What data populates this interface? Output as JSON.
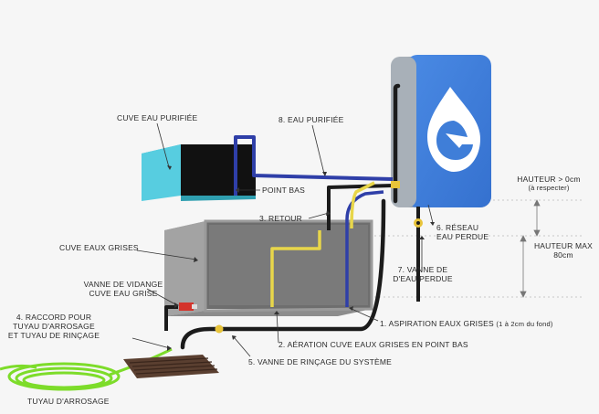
{
  "labels": {
    "cuve_eau_purifiee": "CUVE EAU PURIFIÉE",
    "eau_purifiee": "8. EAU PURIFIÉE",
    "point_bas": "POINT BAS",
    "retour": "3. RETOUR",
    "cuve_eaux_grises": "CUVE EAUX GRISES",
    "vanne_vidange_1": "VANNE DE VIDANGE",
    "vanne_vidange_2": "CUVE EAU GRISE",
    "raccord_1": "4. RACCORD POUR",
    "raccord_2": "TUYAU D'ARROSAGE",
    "raccord_3": "ET TUYAU DE RINÇAGE",
    "tuyau_arrosage": "TUYAU D'ARROSAGE",
    "hauteur_1": "HAUTEUR > 0cm",
    "hauteur_2": "(à respecter)",
    "reseau_1": "6. RÉSEAU",
    "reseau_2": "EAU PERDUE",
    "hauteur_max_1": "HAUTEUR MAX",
    "hauteur_max_2": "80cm",
    "vanne_eau_perdue_1": "7. VANNE DE",
    "vanne_eau_perdue_2": "D'EAU PERDUE",
    "aspiration": "1. ASPIRATION EAUX GRISES",
    "aspiration_note": "(1 à 2cm du fond)",
    "aeration": "2. AÉRATION CUVE EAUX GRISES EN POINT BAS",
    "vanne_rincage": "5. VANNE DE RINÇAGE DU SYSTÈME"
  },
  "colors": {
    "background": "#f6f6f6",
    "unit_blue": "#3f7ed8",
    "unit_grey": "#9aa3ad",
    "purified_tank": "#4fc7d8",
    "grey_tank": "#a0a0a0",
    "pipe_blue": "#2f3fa8",
    "pipe_yellow": "#e8d64a",
    "pipe_black": "#1b1b1b",
    "hose_green": "#7ddc2a",
    "valve_red": "#d4332b",
    "grate_brown": "#5a3f30"
  },
  "icons": [
    "water-drop-logo-icon"
  ]
}
